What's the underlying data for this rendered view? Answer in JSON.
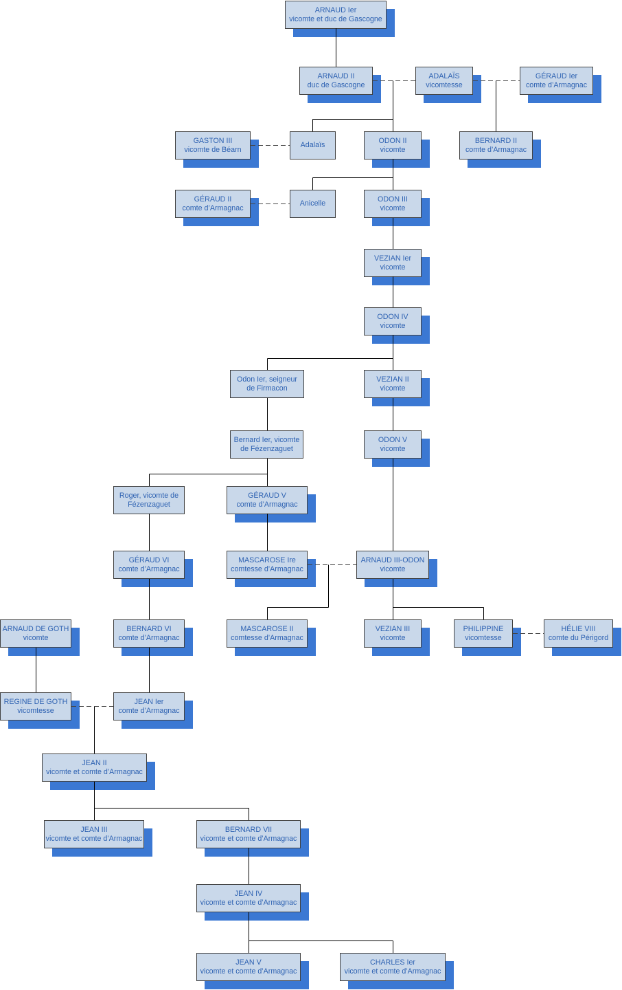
{
  "people": {
    "arnaud_ier": {
      "lines": [
        "ARNAUD Ier",
        "vicomte et duc de Gascogne"
      ]
    },
    "arnaud_ii": {
      "lines": [
        "ARNAUD II",
        "duc de Gascogne"
      ]
    },
    "adalais_vicomtesse": {
      "lines": [
        "ADALAÏS",
        "vicomtesse"
      ]
    },
    "geraud_ier": {
      "lines": [
        "GÉRAUD Ier",
        "comte d’Armagnac"
      ]
    },
    "gaston_iii": {
      "lines": [
        "GASTON III",
        "vicomte de Béarn"
      ]
    },
    "adalais": {
      "lines": [
        "Adalaïs"
      ]
    },
    "odon_ii": {
      "lines": [
        "ODON II",
        "vicomte"
      ]
    },
    "bernard_ii": {
      "lines": [
        "BERNARD II",
        "comte d’Armagnac"
      ]
    },
    "geraud_ii": {
      "lines": [
        "GÉRAUD II",
        "comte d’Armagnac"
      ]
    },
    "anicelle": {
      "lines": [
        "Anicelle"
      ]
    },
    "odon_iii": {
      "lines": [
        "ODON III",
        "vicomte"
      ]
    },
    "vezian_ier": {
      "lines": [
        "VEZIAN Ier",
        "vicomte"
      ]
    },
    "odon_iv": {
      "lines": [
        "ODON IV",
        "vicomte"
      ]
    },
    "odon_ier": {
      "lines": [
        "Odon Ier, seigneur",
        "de Firmacon"
      ]
    },
    "vezian_ii": {
      "lines": [
        "VEZIAN II",
        "vicomte"
      ]
    },
    "bernard_ier": {
      "lines": [
        "Bernard Ier, vicomte",
        "de Fézenzaguet"
      ]
    },
    "odon_v": {
      "lines": [
        "ODON V",
        "vicomte"
      ]
    },
    "roger": {
      "lines": [
        "Roger, vicomte de",
        "Fézenzaguet"
      ]
    },
    "geraud_v": {
      "lines": [
        "GÉRAUD V",
        "comte d’Armagnac"
      ]
    },
    "geraud_vi": {
      "lines": [
        "GÉRAUD VI",
        "comte d’Armagnac"
      ]
    },
    "mascarose_ire": {
      "lines": [
        "MASCAROSE Ire",
        "comtesse d’Armagnac"
      ]
    },
    "arnaud_iii_odon": {
      "lines": [
        "ARNAUD III-ODON",
        "vicomte"
      ]
    },
    "arnaud_de_goth": {
      "lines": [
        "ARNAUD DE GOTH",
        "vicomte"
      ]
    },
    "bernard_vi": {
      "lines": [
        "BERNARD VI",
        "comte d’Armagnac"
      ]
    },
    "mascarose_ii": {
      "lines": [
        "MASCAROSE II",
        "comtesse d’Armagnac"
      ]
    },
    "vezian_iii": {
      "lines": [
        "VEZIAN III",
        "vicomte"
      ]
    },
    "philippine": {
      "lines": [
        "PHILIPPINE",
        "vicomtesse"
      ]
    },
    "helie_viii": {
      "lines": [
        "HÉLIE VIII",
        "comte du Périgord"
      ]
    },
    "regine_de_goth": {
      "lines": [
        "REGINE DE GOTH",
        "vicomtesse"
      ]
    },
    "jean_ier": {
      "lines": [
        "JEAN Ier",
        "comte d’Armagnac"
      ]
    },
    "jean_ii": {
      "lines": [
        "JEAN II",
        "vicomte et comte d’Armagnac"
      ]
    },
    "jean_iii": {
      "lines": [
        "JEAN III",
        "vicomte et comte d’Armagnac"
      ]
    },
    "bernard_vii": {
      "lines": [
        "BERNARD VII",
        "vicomte et comte d’Armagnac"
      ]
    },
    "jean_iv": {
      "lines": [
        "JEAN IV",
        "vicomte et comte d’Armagnac"
      ]
    },
    "jean_v": {
      "lines": [
        "JEAN V",
        "vicomte et comte d’Armagnac"
      ]
    },
    "charles_ier": {
      "lines": [
        "CHARLES Ier",
        "vicomte et comte d’Armagnac"
      ]
    }
  }
}
